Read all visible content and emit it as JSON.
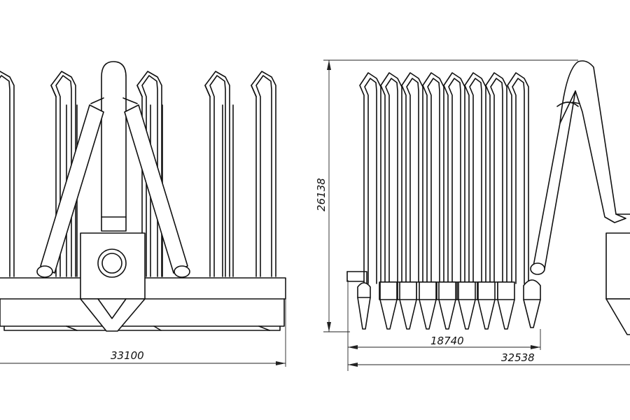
{
  "front_view": {
    "width_dim": "33100"
  },
  "side_view": {
    "height_dim": "26138",
    "inner_width_dim": "18740",
    "overall_width_dim": "32538"
  },
  "colors": {
    "line": "#111111",
    "background": "#ffffff"
  }
}
